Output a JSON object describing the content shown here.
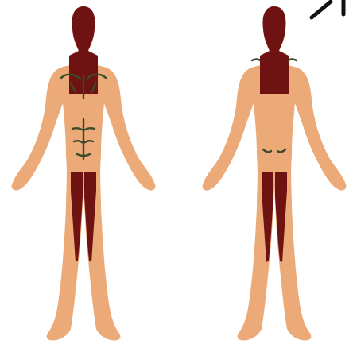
{
  "figure": {
    "colors": {
      "skin": "#EDAA79",
      "shaded_zone": "#6E1212",
      "contour_lines": "#3B4A2A",
      "background": "#FFFFFF",
      "arrow": "#111111"
    },
    "figures": [
      {
        "view": "front",
        "shaded_regions": [
          "head",
          "neck",
          "upper-chest",
          "inner-legs"
        ]
      },
      {
        "view": "back",
        "shaded_regions": [
          "head",
          "neck",
          "upper-back",
          "inner-legs"
        ]
      }
    ],
    "corner_icon": "arrow-icon"
  }
}
